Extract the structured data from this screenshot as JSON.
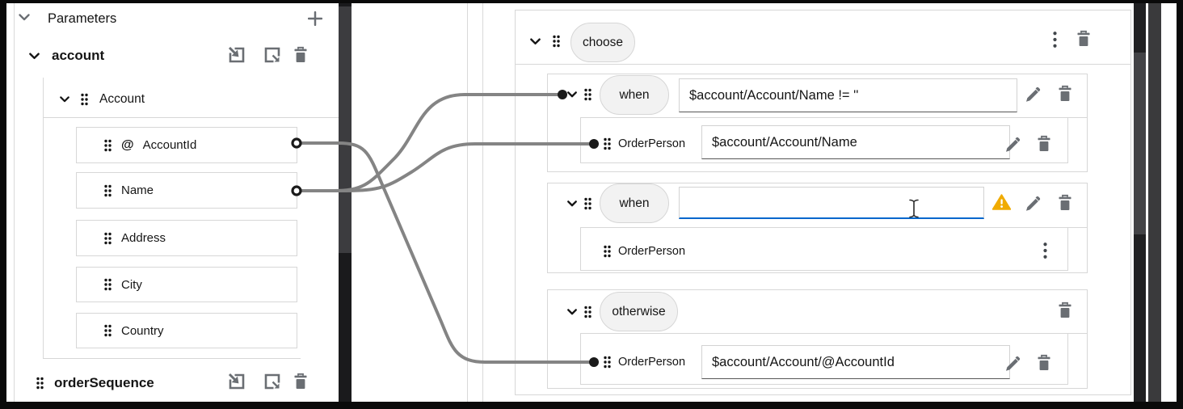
{
  "left_panel": {
    "title": "Parameters",
    "add_button_label": "+",
    "param_groups": [
      {
        "name": "account"
      },
      {
        "name": "orderSequence"
      }
    ],
    "tree": {
      "root": "Account",
      "fields": [
        {
          "prefix": "@",
          "label": "AccountId"
        },
        {
          "label": "Name"
        },
        {
          "label": "Address"
        },
        {
          "label": "City"
        },
        {
          "label": "Country"
        }
      ]
    }
  },
  "right_panel": {
    "choose_label": "choose",
    "branches": [
      {
        "label": "when",
        "condition": "$account/Account/Name != ''",
        "target": "OrderPerson",
        "value": "$account/Account/Name"
      },
      {
        "label": "when",
        "condition": "",
        "target": "OrderPerson"
      },
      {
        "label": "otherwise",
        "target": "OrderPerson",
        "value": "$account/Account/@AccountId"
      }
    ]
  },
  "icons": {
    "chevron_down": "collapse caret",
    "grip": "drag handle (6 dots)",
    "plus": "add parameter",
    "import": "attach schema",
    "export": "detach schema",
    "trash": "delete",
    "pencil": "edit expression",
    "kebab": "options menu",
    "warning": "invalid condition",
    "text_cursor": "i-beam mouse cursor"
  },
  "colors": {
    "focus_blue": "#0066cc",
    "warning_orange": "#f0ab00",
    "connector_gray": "#848484",
    "icon_gray": "#6a6e73",
    "hairline": "#d7d7d7",
    "text": "#151515"
  }
}
